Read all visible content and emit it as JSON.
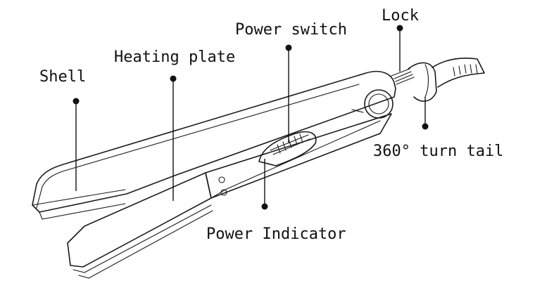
{
  "colors": {
    "ink": "#1a1a1a",
    "background": "#ffffff"
  },
  "labels": {
    "shell": "Shell",
    "heating_plate": "Heating plate",
    "power_switch": "Power switch",
    "lock": "Lock",
    "turn_tail": "360° turn tail",
    "power_indicator": "Power Indicator"
  }
}
